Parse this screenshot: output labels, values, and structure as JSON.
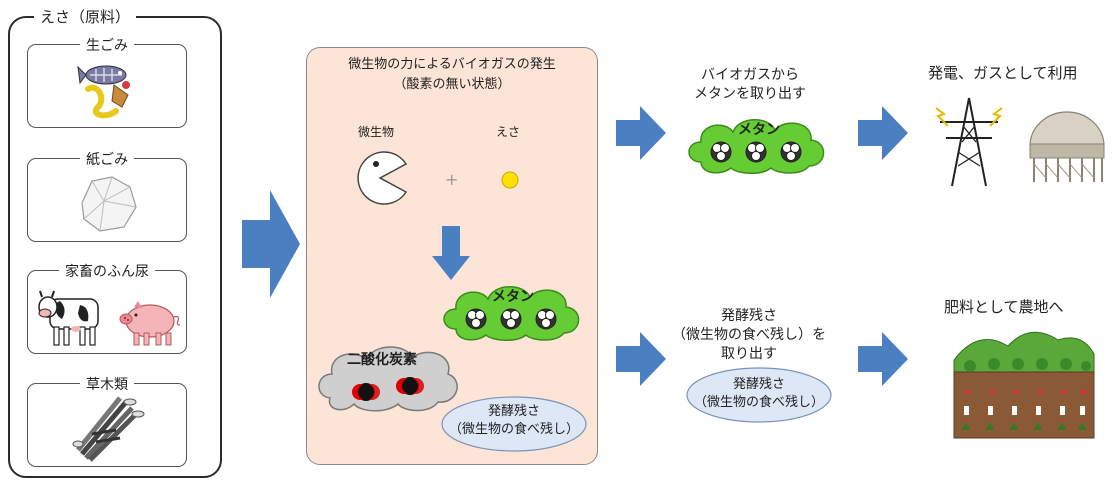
{
  "feedstock": {
    "title": "えさ（原料）",
    "items": [
      {
        "label": "生ごみ"
      },
      {
        "label": "紙ごみ"
      },
      {
        "label": "家畜のふん尿"
      },
      {
        "label": "草木類"
      }
    ]
  },
  "process": {
    "title_line1": "微生物の力によるバイオガスの発生",
    "title_line2": "（酸素の無い状態）",
    "microbe_label": "微生物",
    "plus": "+",
    "feed_label": "えさ",
    "methane": "メタン",
    "co2": "二酸化炭素",
    "residue_line1": "発酵残さ",
    "residue_line2": "（微生物の食べ残し）"
  },
  "upper": {
    "extract_line1": "バイオガスから",
    "extract_line2": "メタンを取り出す",
    "methane": "メタン",
    "use_title": "発電、ガスとして利用"
  },
  "lower": {
    "extract_line1": "発酵残さ",
    "extract_line2": "（微生物の食べ残し）を",
    "extract_line3": "取り出す",
    "residue_line1": "発酵残さ",
    "residue_line2": "（微生物の食べ残し）",
    "farm_title": "肥料として農地へ"
  },
  "colors": {
    "arrow": "#4a7fc1",
    "panel_bg": "#fce4d6",
    "methane_cloud": "#66cc33",
    "co2_cloud": "#cfcfcf",
    "residue_ellipse": "#dde7f5",
    "feed_dot": "#ffe000"
  },
  "icons": [
    "food-waste-icon",
    "paper-waste-icon",
    "cow-icon",
    "pig-icon",
    "grass-bundle-icon",
    "pacman-microbe-icon",
    "power-tower-icon",
    "gas-tank-icon",
    "farmland-icon"
  ]
}
